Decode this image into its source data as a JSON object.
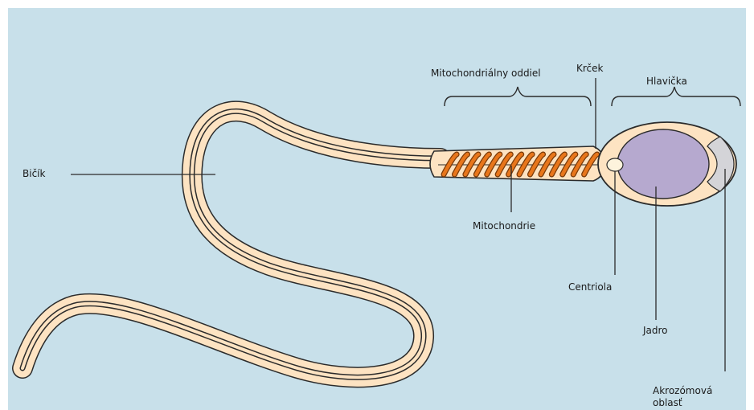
{
  "labels": {
    "flagellum": "Bičík",
    "midpiece": "Mitochondriálny oddiel",
    "neck": "Krček",
    "head": "Hlavička",
    "mitochondria": "Mitochondrie",
    "centriole": "Centriola",
    "nucleus": "Jadro",
    "acrosome_line1": "Akrozómová",
    "acrosome_line2": "oblasť"
  },
  "colors": {
    "background": "#c8e0ea",
    "cell_fill": "#fde3c2",
    "outline": "#2b2b2b",
    "mitochondria": "#e8761b",
    "nucleus": "#b6a9cf",
    "acrosome": "#d4d4d8",
    "centriole": "#fdf3dc"
  }
}
